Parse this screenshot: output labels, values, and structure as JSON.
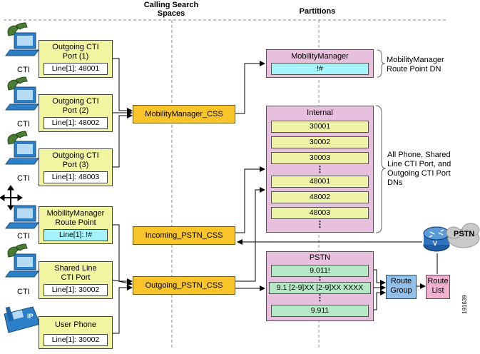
{
  "headers": {
    "css": "Calling Search\nSpaces",
    "partitions": "Partitions"
  },
  "devices": [
    {
      "title": "Outgoing CTI\nPort (1)",
      "line": "Line[1]: 48001",
      "label": "CTI",
      "icon": "phone-computer-icon"
    },
    {
      "title": "Outgoing CTI\nPort (2)",
      "line": "Line[1]: 48002",
      "label": "CTI",
      "icon": "phone-computer-icon"
    },
    {
      "title": "Outgoing CTI\nPort (3)",
      "line": "Line[1]: 48003",
      "label": "CTI",
      "icon": "phone-computer-icon"
    },
    {
      "title": "MobilityManager\nRoute Point",
      "line": "Line[1]: !#",
      "label": "CTI",
      "icon": "computer-icon"
    },
    {
      "title": "Shared Line\nCTI Port",
      "line": "Line[1]: 30002",
      "label": "CTI",
      "icon": "phone-computer-icon"
    },
    {
      "title": "User Phone",
      "line": "Line[1]: 30002",
      "label": "",
      "icon": "ip-phone-icon"
    }
  ],
  "css_boxes": {
    "mobility": "MobilityManager_CSS",
    "incoming": "Incoming_PSTN_CSS",
    "outgoing": "Outgoing_PSTN_CSS"
  },
  "partitions": {
    "mobility": {
      "title": "MobilityManager",
      "dn": "!#"
    },
    "internal": {
      "title": "Internal",
      "dns": [
        "30001",
        "30002",
        "30003",
        "48001",
        "48002",
        "48003"
      ]
    },
    "pstn": {
      "title": "PSTN",
      "patterns": [
        "9.011!",
        "9.1 [2-9]XX [2-9]XX XXXX",
        "9.911"
      ]
    }
  },
  "annotations": {
    "mobility": "MobilityManager\nRoute Point DN",
    "internal": "All Phone, Shared\nLine CTI Port, and\nOutgoing CTI Port\nDNs"
  },
  "route_group": "Route\nGroup",
  "route_list": "Route\nList",
  "pstn_cloud": "PSTN",
  "router_mark": "V",
  "figure_id": "191639",
  "colors": {
    "css": "#f7c42a",
    "partition": "#e7c0de",
    "device": "#f2f5a0",
    "dn_cyan": "#a6f4fb",
    "pattern_green": "#b6e8c5",
    "route_group": "#93c0e8",
    "route_list": "#f1b0d0"
  }
}
